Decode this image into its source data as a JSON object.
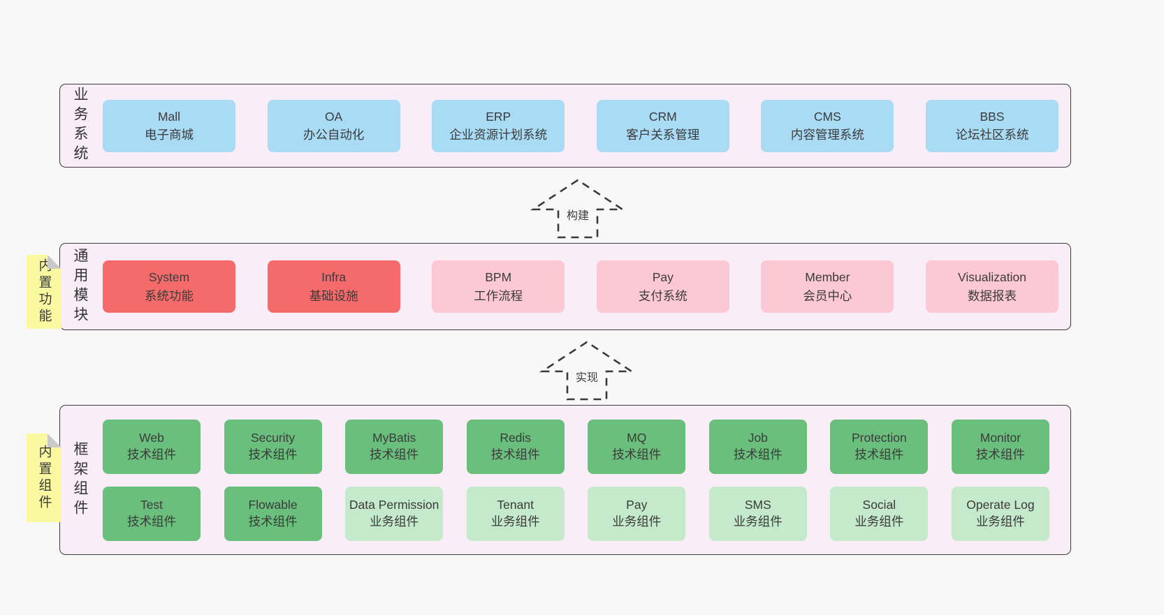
{
  "colors": {
    "page_bg": "#f8f8f8",
    "band_bg": "#f9eef7",
    "band_border": "#3a3a3a",
    "box_blue": "#a9dbf5",
    "box_red": "#f56b6b",
    "box_pink": "#fcc8d3",
    "box_green": "#6abf7c",
    "box_lightgreen": "#c4e9cb",
    "note_yellow": "#faf8a0",
    "note_fold_gray": "#c9c9c9",
    "text": "#3b3b3b"
  },
  "arrows": {
    "build": "构建",
    "implement": "实现"
  },
  "bands": {
    "business": {
      "label": "业务系统",
      "boxes": [
        {
          "en": "Mall",
          "zh": "电子商城"
        },
        {
          "en": "OA",
          "zh": "办公自动化"
        },
        {
          "en": "ERP",
          "zh": "企业资源计划系统"
        },
        {
          "en": "CRM",
          "zh": "客户关系管理"
        },
        {
          "en": "CMS",
          "zh": "内容管理系统"
        },
        {
          "en": "BBS",
          "zh": "论坛社区系统"
        }
      ]
    },
    "modules": {
      "label": "通用模块",
      "note": "内置功能",
      "boxes": [
        {
          "en": "System",
          "zh": "系统功能",
          "variant": "red"
        },
        {
          "en": "Infra",
          "zh": "基础设施",
          "variant": "red"
        },
        {
          "en": "BPM",
          "zh": "工作流程",
          "variant": "pink"
        },
        {
          "en": "Pay",
          "zh": "支付系统",
          "variant": "pink"
        },
        {
          "en": "Member",
          "zh": "会员中心",
          "variant": "pink"
        },
        {
          "en": "Visualization",
          "zh": "数据报表",
          "variant": "pink"
        }
      ]
    },
    "framework": {
      "label": "框架组件",
      "note": "内置组件",
      "row1": [
        {
          "en": "Web",
          "zh": "技术组件",
          "variant": "green"
        },
        {
          "en": "Security",
          "zh": "技术组件",
          "variant": "green"
        },
        {
          "en": "MyBatis",
          "zh": "技术组件",
          "variant": "green"
        },
        {
          "en": "Redis",
          "zh": "技术组件",
          "variant": "green"
        },
        {
          "en": "MQ",
          "zh": "技术组件",
          "variant": "green"
        },
        {
          "en": "Job",
          "zh": "技术组件",
          "variant": "green"
        },
        {
          "en": "Protection",
          "zh": "技术组件",
          "variant": "green"
        },
        {
          "en": "Monitor",
          "zh": "技术组件",
          "variant": "green"
        }
      ],
      "row2": [
        {
          "en": "Test",
          "zh": "技术组件",
          "variant": "green"
        },
        {
          "en": "Flowable",
          "zh": "技术组件",
          "variant": "green"
        },
        {
          "en": "Data Permission",
          "zh": "业务组件",
          "variant": "lightgreen"
        },
        {
          "en": "Tenant",
          "zh": "业务组件",
          "variant": "lightgreen"
        },
        {
          "en": "Pay",
          "zh": "业务组件",
          "variant": "lightgreen"
        },
        {
          "en": "SMS",
          "zh": "业务组件",
          "variant": "lightgreen"
        },
        {
          "en": "Social",
          "zh": "业务组件",
          "variant": "lightgreen"
        },
        {
          "en": "Operate Log",
          "zh": "业务组件",
          "variant": "lightgreen"
        }
      ]
    }
  }
}
